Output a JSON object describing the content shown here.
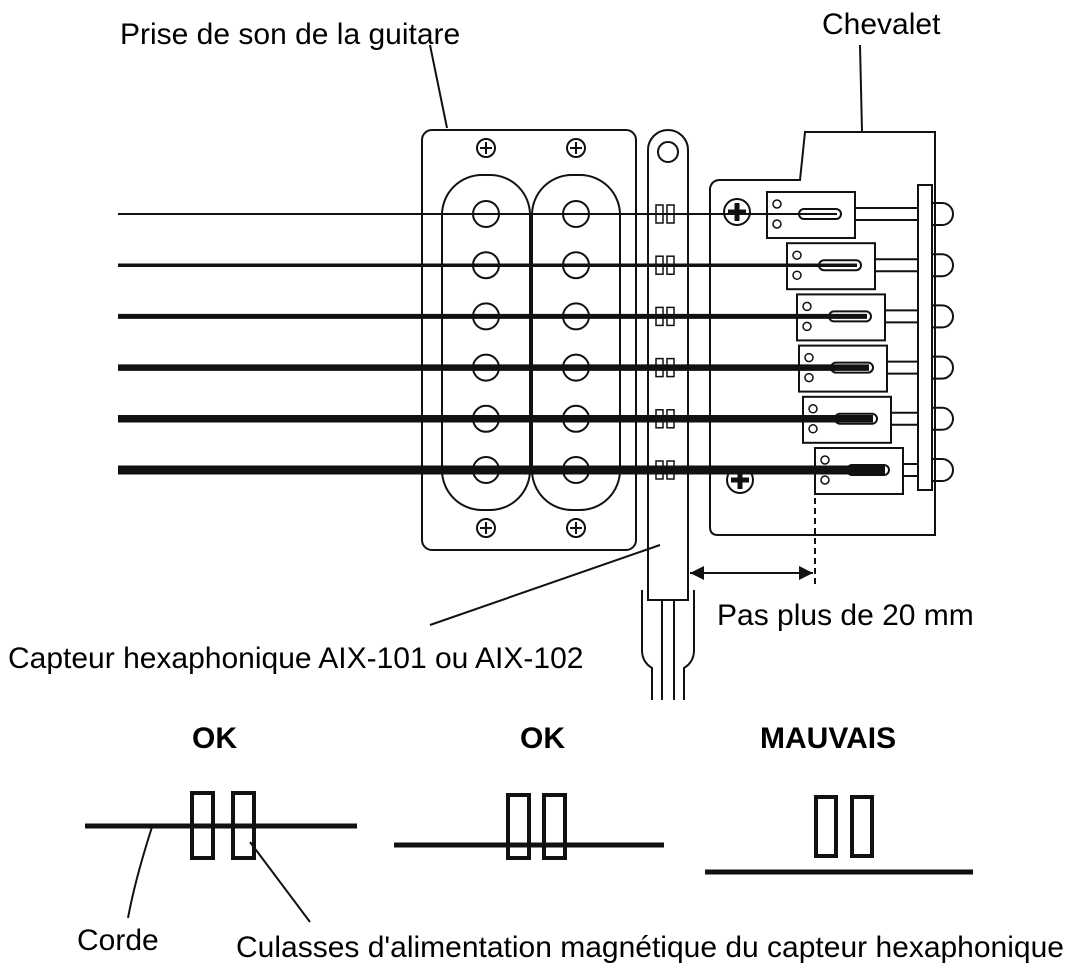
{
  "labels": {
    "pickup": "Prise de son de la guitare",
    "bridge": "Chevalet",
    "hex_pickup": "Capteur hexaphonique AIX-101 ou AIX-102",
    "distance": "Pas plus de 20 mm",
    "ok_1": "OK",
    "ok_2": "OK",
    "bad": "MAUVAIS",
    "string": "Corde",
    "pole_pieces": "Culasses d'alimentation magnétique du capteur hexaphonique"
  },
  "strings": {
    "count": 6
  },
  "colors": {
    "line": "#111111",
    "background": "#ffffff"
  }
}
